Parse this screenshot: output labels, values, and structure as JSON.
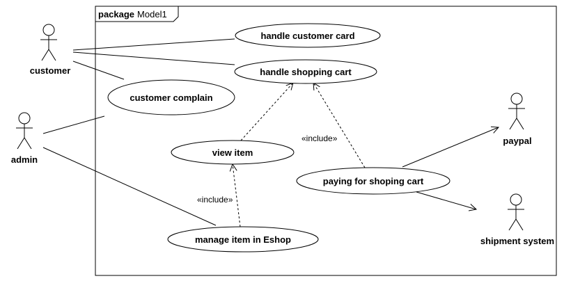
{
  "package": {
    "keyword": "package",
    "name": "Model1"
  },
  "actors": {
    "customer": "customer",
    "admin": "admin",
    "paypal": "paypal",
    "shipment": "shipment system"
  },
  "use_cases": {
    "handle_customer_card": "handle customer card",
    "handle_shopping_cart": "handle shopping cart",
    "customer_complain": "customer complain",
    "view_item": "view item",
    "paying_for_shopping_cart": "paying for shoping cart",
    "manage_item": "manage item in Eshop"
  },
  "relations": {
    "include_left": "«include»",
    "include_right": "«include»"
  }
}
